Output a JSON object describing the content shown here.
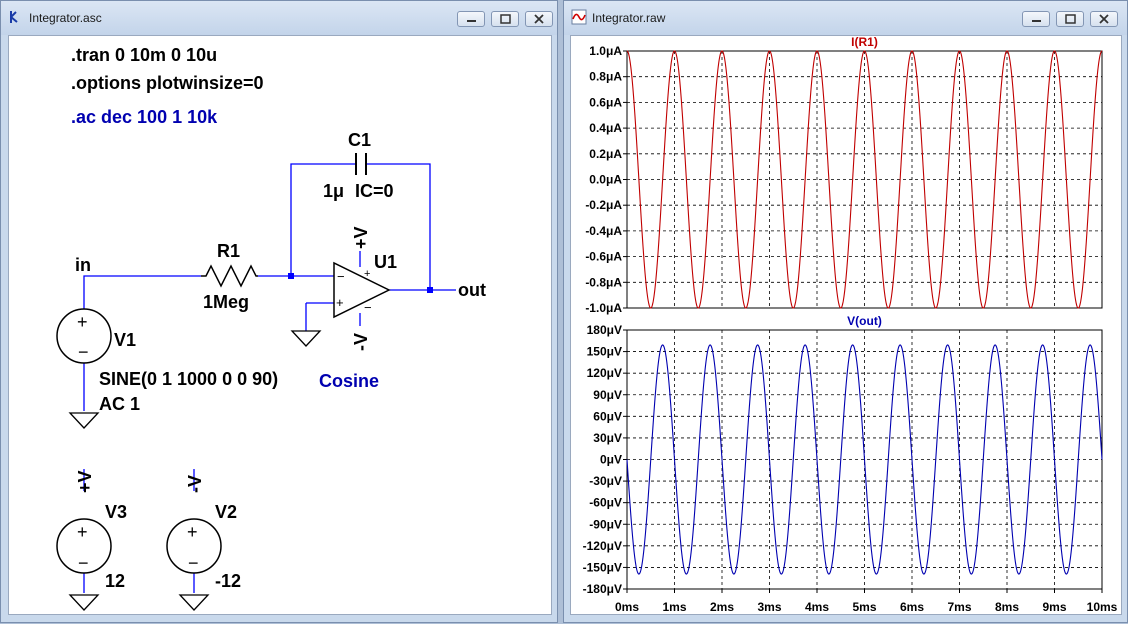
{
  "schematic_window": {
    "title": "Integrator.asc",
    "directives": {
      "tran": ".tran 0 10m 0 10u",
      "options": ".options plotwinsize=0",
      "ac": ".ac dec 100 1 10k"
    },
    "labels": {
      "c1_name": "C1",
      "c1_value": "1μ",
      "c1_ic": "IC=0",
      "r1_name": "R1",
      "r1_value": "1Meg",
      "u1_name": "U1",
      "opamp_pos_supply": "+V",
      "opamp_neg_supply": "-V",
      "net_in": "in",
      "net_out": "out",
      "v1_name": "V1",
      "v1_value": "SINE(0 1 1000 0 0 90)",
      "v1_ac": "AC 1",
      "comment": "Cosine",
      "v3_net": "+V",
      "v3_name": "V3",
      "v3_value": "12",
      "v2_net": "-V",
      "v2_name": "V2",
      "v2_value": "-12"
    },
    "colors": {
      "wire": "#0000ff",
      "text": "#000000",
      "comment": "#0000b0"
    }
  },
  "waveform_window": {
    "title": "Integrator.raw",
    "x_ticks": [
      "0ms",
      "1ms",
      "2ms",
      "3ms",
      "4ms",
      "5ms",
      "6ms",
      "7ms",
      "8ms",
      "9ms",
      "10ms"
    ]
  },
  "chart_data": [
    {
      "type": "line",
      "title": "I(R1)",
      "series": [
        {
          "name": "I(R1)",
          "function": "cosine",
          "amplitude": 1.0,
          "unit": "μA",
          "frequency_hz": 1000,
          "color": "#c00000"
        }
      ],
      "x_range_ms": [
        0,
        10
      ],
      "ylim": [
        -1.0,
        1.0
      ],
      "y_ticks": [
        "1.0μA",
        "0.8μA",
        "0.6μA",
        "0.4μA",
        "0.2μA",
        "0.0μA",
        "-0.2μA",
        "-0.4μA",
        "-0.6μA",
        "-0.8μA",
        "-1.0μA"
      ],
      "grid": true
    },
    {
      "type": "line",
      "title": "V(out)",
      "series": [
        {
          "name": "V(out)",
          "function": "-sine",
          "amplitude": 159.2,
          "unit": "μV",
          "frequency_hz": 1000,
          "color": "#0000b0"
        }
      ],
      "x_range_ms": [
        0,
        10
      ],
      "ylim": [
        -180,
        180
      ],
      "y_ticks": [
        "180μV",
        "150μV",
        "120μV",
        "90μV",
        "60μV",
        "30μV",
        "0μV",
        "-30μV",
        "-60μV",
        "-90μV",
        "-120μV",
        "-150μV",
        "-180μV"
      ],
      "grid": true
    }
  ]
}
